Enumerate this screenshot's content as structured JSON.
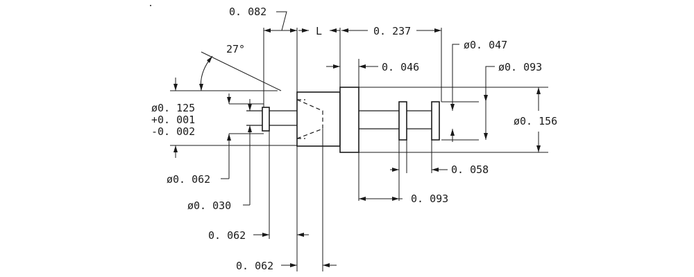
{
  "drawing": {
    "dims": {
      "top_step": "0. 082",
      "length_label": "L",
      "overall": "0. 237",
      "angle": "27°",
      "flange": "0. 046",
      "pin_dia": "ø0. 047",
      "collar_dia": "ø0. 093",
      "tip_dia": "ø0. 125",
      "tol_plus": "+0. 001",
      "tol_minus": "-0. 002",
      "body_dia": "ø0. 156",
      "collar_width": "0. 058",
      "collar_pos": "0. 093",
      "hole_dia": "ø0. 062",
      "tip_pin_dia": "ø0. 030",
      "tip_len": "0. 062",
      "cone_len": "0. 062"
    }
  }
}
